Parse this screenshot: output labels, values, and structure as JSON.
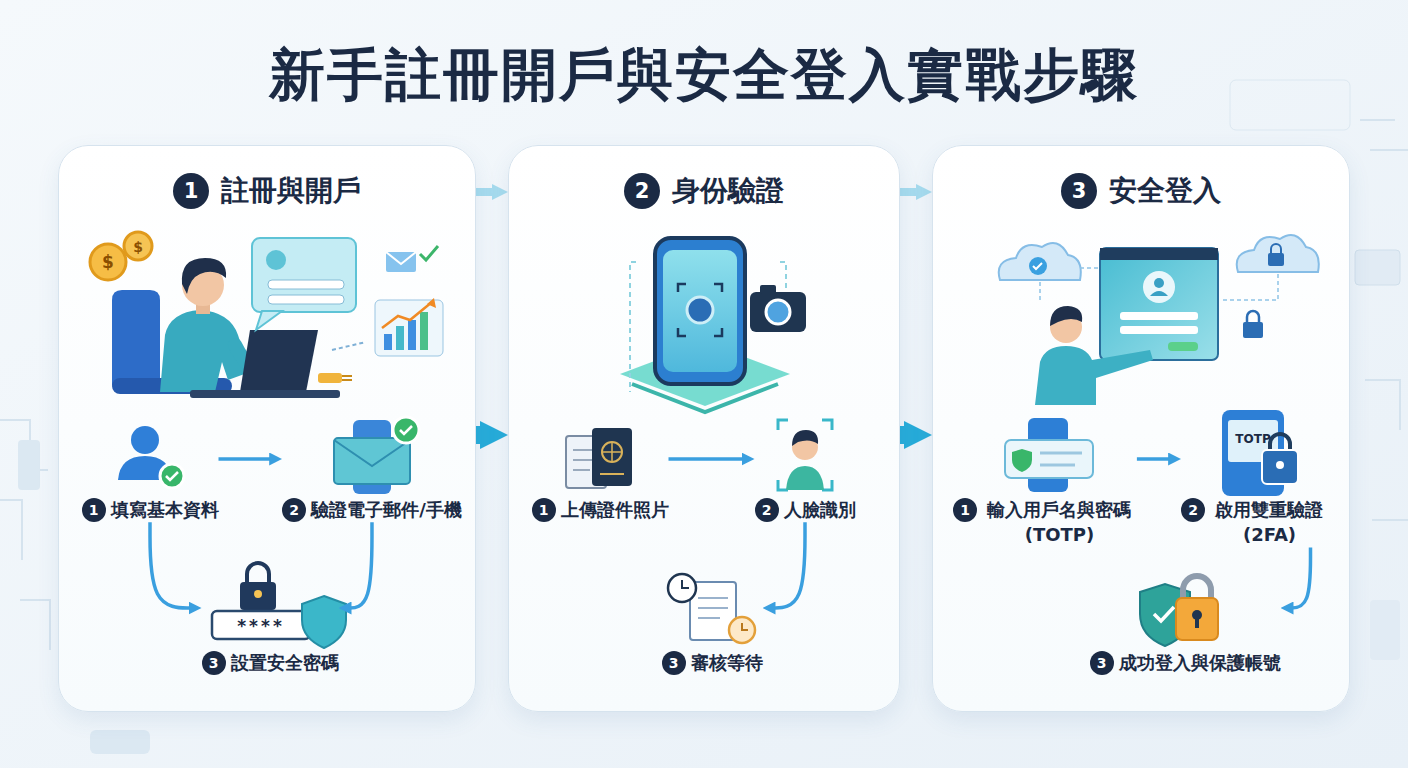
{
  "diagram": {
    "title": "新手註冊開戶與安全登入實戰步驟",
    "nodes": [
      {
        "text": [
          "1",
          "註冊與開戶"
        ]
      },
      {
        "text": [
          "1",
          "填寫基本資料"
        ],
        "in": 0
      },
      {
        "text": [
          "2",
          "驗證電子郵件/手機"
        ],
        "in": 0
      },
      {
        "text": [
          "3",
          "設置安全密碼"
        ],
        "in": 0
      },
      {
        "text": [
          "2",
          "身份驗證"
        ]
      },
      {
        "text": [
          "1",
          "上傳證件照片"
        ],
        "in": 4
      },
      {
        "text": [
          "2",
          "人臉識別"
        ],
        "in": 4
      },
      {
        "text": [
          "3",
          "審核等待"
        ],
        "in": 4
      },
      {
        "text": [
          "3",
          "安全登入"
        ]
      },
      {
        "text": [
          "1",
          "輸入用戶名與密碼 (TOTP)"
        ],
        "in": 8
      },
      {
        "text": [
          "2",
          "啟用雙重驗證 (2FA)"
        ],
        "in": 8
      },
      {
        "text": [
          "3",
          "成功登入與保護帳號"
        ],
        "in": 8
      }
    ],
    "edges": [
      {
        "from": 0,
        "to": 4,
        "arrow": "to"
      },
      {
        "from": 0,
        "to": 4,
        "arrow": "to"
      },
      {
        "from": 4,
        "to": 8,
        "arrow": "to"
      },
      {
        "from": 4,
        "to": 8,
        "arrow": "to"
      },
      {
        "from": 1,
        "to": 2,
        "arrow": "to"
      },
      {
        "from": 1,
        "to": 3,
        "arrow": "to"
      },
      {
        "from": 2,
        "to": 3,
        "arrow": "to"
      },
      {
        "from": 5,
        "to": 6,
        "arrow": "to"
      },
      {
        "from": 6,
        "to": 7,
        "arrow": "to"
      },
      {
        "from": 9,
        "to": 10,
        "arrow": "to"
      },
      {
        "from": 10,
        "to": 11,
        "arrow": "to"
      }
    ],
    "labels": [
      "$",
      "$",
      "****",
      "TOTP"
    ]
  }
}
